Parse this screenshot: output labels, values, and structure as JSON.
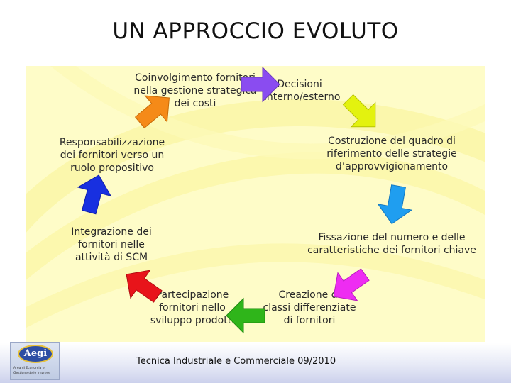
{
  "title": "UN APPROCCIO EVOLUTO",
  "footer": {
    "text": "Tecnica Industriale e Commerciale 09/2010"
  },
  "logo": {
    "word": "Aegi",
    "line1": "Area di Economia e",
    "line2": "Gestione delle Imprese"
  },
  "cycle": {
    "steps": [
      {
        "label": "Decisioni\ninterno/esterno",
        "arrow_color": "#e3f20f"
      },
      {
        "label": "Costruzione del quadro di\nriferimento delle strategie\nd’approvvigionamento",
        "arrow_color": "#1f9ef0"
      },
      {
        "label": "Fissazione del numero e delle\ncaratteristiche dei fornitori chiave",
        "arrow_color": "#ee2cf2"
      },
      {
        "label": "Creazione di\nclassi differenziate\ndi fornitori",
        "arrow_color": "#2fb51a"
      },
      {
        "label": "Partecipazione\nfornitori nello\nsviluppo prodotti",
        "arrow_color": "#e8141a"
      },
      {
        "label": "Integrazione dei\nfornitori nelle\nattività di SCM",
        "arrow_color": "#1830e0"
      },
      {
        "label": "Responsabilizzazione\ndei fornitori verso un\nruolo propositivo",
        "arrow_color": "#f58a18"
      },
      {
        "label": "Coinvolgimento fornitori\nnella gestione strategica\ndei costi",
        "arrow_color": "#8a4cf0"
      }
    ]
  }
}
